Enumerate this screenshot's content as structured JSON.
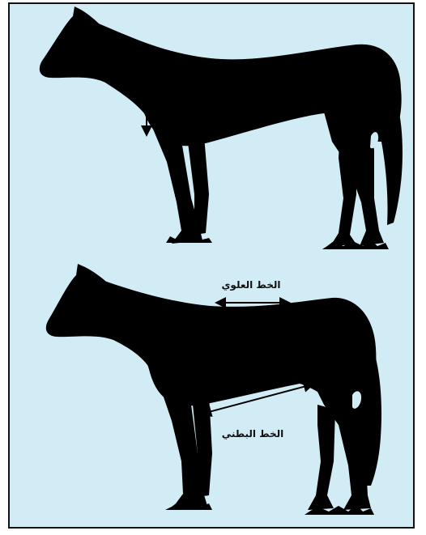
{
  "labels": {
    "top_line": "الخط العلوي",
    "bottom_line": "الخط البطني"
  },
  "colors": {
    "background": "#d2ecf6",
    "silhouette": "#000000",
    "border": "#111111"
  },
  "icons": [
    "horse-silhouette",
    "height-arrow",
    "topline-arrow",
    "underline-arrow"
  ]
}
